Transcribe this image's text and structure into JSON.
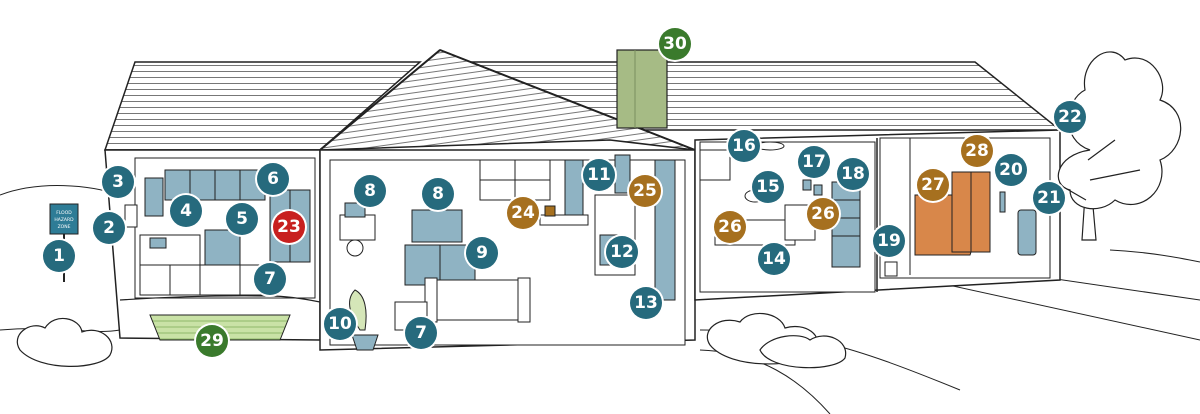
{
  "colors": {
    "teal": "#266a7d",
    "brown": "#a6701f",
    "green": "#3a7a2c",
    "red": "#c8201f",
    "chimney": "#a6bb85",
    "appliance": "#8fb3c3",
    "car": "#d8874a",
    "outline": "#222222"
  },
  "sign": {
    "line1": "FLOOD",
    "line2": "HAZARD",
    "line3": "ZONE"
  },
  "markers": [
    {
      "label": "1",
      "color": "teal"
    },
    {
      "label": "2",
      "color": "teal"
    },
    {
      "label": "3",
      "color": "teal"
    },
    {
      "label": "4",
      "color": "teal"
    },
    {
      "label": "5",
      "color": "teal"
    },
    {
      "label": "6",
      "color": "teal"
    },
    {
      "label": "7",
      "color": "teal"
    },
    {
      "label": "7",
      "color": "teal"
    },
    {
      "label": "8",
      "color": "teal"
    },
    {
      "label": "8",
      "color": "teal"
    },
    {
      "label": "9",
      "color": "teal"
    },
    {
      "label": "10",
      "color": "teal"
    },
    {
      "label": "11",
      "color": "teal"
    },
    {
      "label": "12",
      "color": "teal"
    },
    {
      "label": "13",
      "color": "teal"
    },
    {
      "label": "14",
      "color": "teal"
    },
    {
      "label": "15",
      "color": "teal"
    },
    {
      "label": "16",
      "color": "teal"
    },
    {
      "label": "17",
      "color": "teal"
    },
    {
      "label": "18",
      "color": "teal"
    },
    {
      "label": "19",
      "color": "teal"
    },
    {
      "label": "20",
      "color": "teal"
    },
    {
      "label": "21",
      "color": "teal"
    },
    {
      "label": "22",
      "color": "teal"
    },
    {
      "label": "23",
      "color": "red"
    },
    {
      "label": "24",
      "color": "brown"
    },
    {
      "label": "25",
      "color": "brown"
    },
    {
      "label": "26",
      "color": "brown"
    },
    {
      "label": "26",
      "color": "brown"
    },
    {
      "label": "27",
      "color": "brown"
    },
    {
      "label": "28",
      "color": "brown"
    },
    {
      "label": "29",
      "color": "green"
    },
    {
      "label": "30",
      "color": "green"
    }
  ]
}
